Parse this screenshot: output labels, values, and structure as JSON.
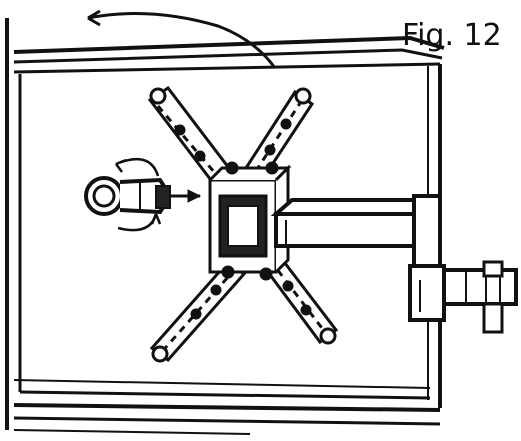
{
  "figure": {
    "label": "Fig. 12",
    "ink_color": "#111111",
    "paper_color": "#ffffff",
    "parts": [
      "tv-panel",
      "mounting-bracket",
      "bracket-arm-upper-left",
      "bracket-arm-upper-right",
      "bracket-arm-lower-left",
      "bracket-arm-lower-right",
      "extension-arm",
      "wall-plate",
      "bolt-screw",
      "rotation-arrow-top",
      "rotation-arrow-left"
    ]
  }
}
